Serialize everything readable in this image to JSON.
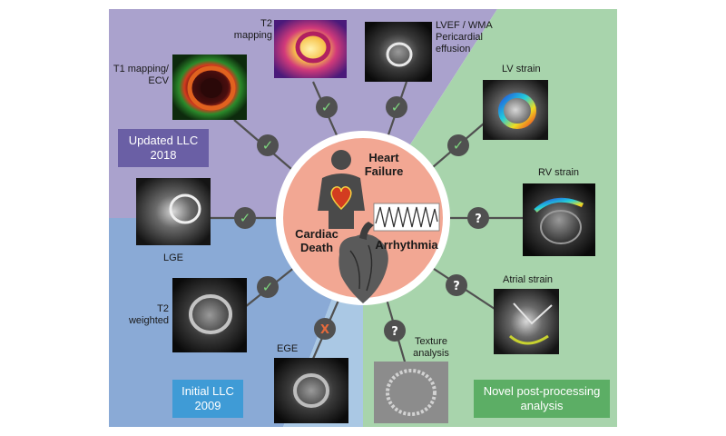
{
  "colors": {
    "purple": "#aaa2cd",
    "blue": "#8aaad6",
    "lightblue": "#aac8e4",
    "green": "#a8d4ac",
    "circle_fill": "#f2a793",
    "box_purple": "#6a5fa5",
    "box_blue": "#3f9bd6",
    "box_green": "#5cae65",
    "check_green": "#3a9a45",
    "x_red": "#e46a3c",
    "node_grey": "#505050"
  },
  "center": {
    "heart_failure_line1": "Heart",
    "heart_failure_line2": "Failure",
    "cardiac_death_line1": "Cardiac",
    "cardiac_death_line2": "Death",
    "arrhythmia": "Arrhythmia"
  },
  "boxes": {
    "updated": {
      "line1": "Updated LLC",
      "line2": "2018"
    },
    "initial": {
      "line1": "Initial LLC",
      "line2": "2009"
    },
    "novel": {
      "line1": "Novel post-processing",
      "line2": "analysis"
    }
  },
  "markers": [
    {
      "name": "t1-mapping",
      "label_lines": [
        "T1 mapping/",
        "ECV"
      ],
      "status": "check"
    },
    {
      "name": "t2-mapping",
      "label_lines": [
        "T2",
        "mapping"
      ],
      "status": "check"
    },
    {
      "name": "lvef-wma",
      "label_lines": [
        "LVEF / WMA",
        "Pericardial",
        "effusion"
      ],
      "status": "check"
    },
    {
      "name": "lv-strain",
      "label_lines": [
        "LV strain"
      ],
      "status": "check"
    },
    {
      "name": "rv-strain",
      "label_lines": [
        "RV strain"
      ],
      "status": "question"
    },
    {
      "name": "atrial-strain",
      "label_lines": [
        "Atrial strain"
      ],
      "status": "question"
    },
    {
      "name": "texture-analysis",
      "label_lines": [
        "Texture",
        "analysis"
      ],
      "status": "question"
    },
    {
      "name": "ege",
      "label_lines": [
        "EGE"
      ],
      "status": "cross"
    },
    {
      "name": "t2-weighted",
      "label_lines": [
        "T2",
        "weighted"
      ],
      "status": "check"
    },
    {
      "name": "lge",
      "label_lines": [
        "LGE"
      ],
      "status": "check"
    }
  ],
  "symbols": {
    "check": "✓",
    "question": "?",
    "cross": "X"
  }
}
